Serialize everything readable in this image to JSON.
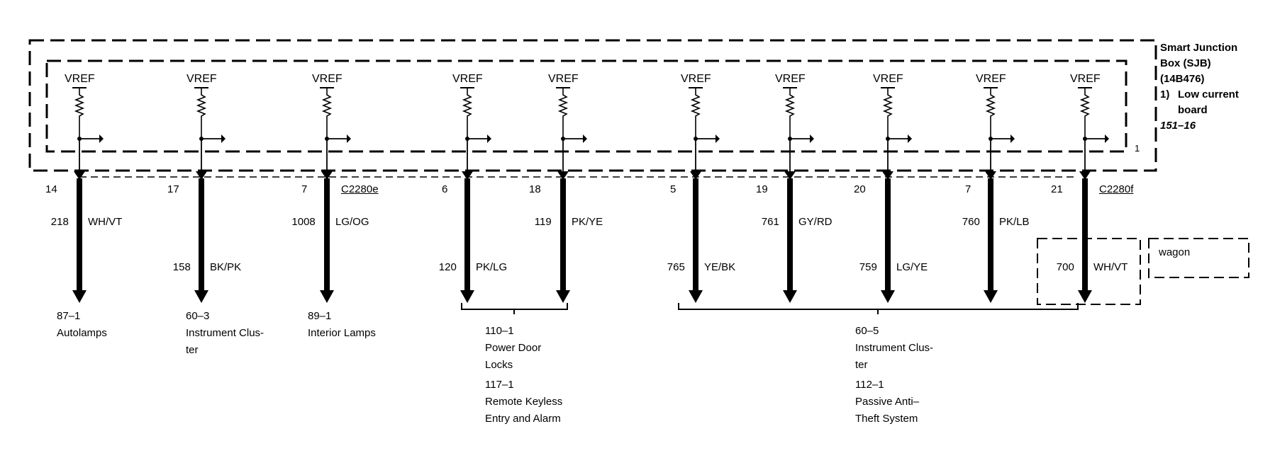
{
  "module": {
    "title_lines": [
      "Smart Junction",
      "Box (SJB)",
      "(14B476)"
    ],
    "sub_number": "1)",
    "sub_lines": [
      "Low current",
      "board"
    ],
    "page_ref": "151–16",
    "board_ref": "1"
  },
  "vref_label": "VREF",
  "connectors": [
    "C2280e",
    "C2280f"
  ],
  "channels": [
    {
      "pin": "14",
      "circuit": "218",
      "color": "WH/VT",
      "connector": ""
    },
    {
      "pin": "17",
      "circuit": "158",
      "color": "BK/PK",
      "connector": ""
    },
    {
      "pin": "7",
      "circuit": "1008",
      "color": "LG/OG",
      "connector": "C2280e"
    },
    {
      "pin": "6",
      "circuit": "120",
      "color": "PK/LG",
      "connector": ""
    },
    {
      "pin": "18",
      "circuit": "119",
      "color": "PK/YE",
      "connector": ""
    },
    {
      "pin": "5",
      "circuit": "765",
      "color": "YE/BK",
      "connector": ""
    },
    {
      "pin": "19",
      "circuit": "761",
      "color": "GY/RD",
      "connector": ""
    },
    {
      "pin": "20",
      "circuit": "759",
      "color": "LG/YE",
      "connector": ""
    },
    {
      "pin": "7",
      "circuit": "760",
      "color": "PK/LB",
      "connector": ""
    },
    {
      "pin": "21",
      "circuit": "700",
      "color": "WH/VT",
      "connector": "C2280f"
    }
  ],
  "option_note": "wagon",
  "destinations": [
    {
      "lines": [
        "87–1",
        "Autolamps"
      ]
    },
    {
      "lines": [
        "60–3",
        "Instrument Clus-",
        "ter"
      ]
    },
    {
      "lines": [
        "89–1",
        "Interior Lamps"
      ]
    },
    {
      "lines": [
        "110–1",
        "Power Door",
        "Locks",
        "117–1",
        "Remote Keyless",
        "Entry and Alarm"
      ]
    },
    {
      "lines": [
        "60–5",
        "Instrument Clus-",
        "ter",
        "112–1",
        "Passive Anti–",
        "Theft System"
      ]
    }
  ]
}
